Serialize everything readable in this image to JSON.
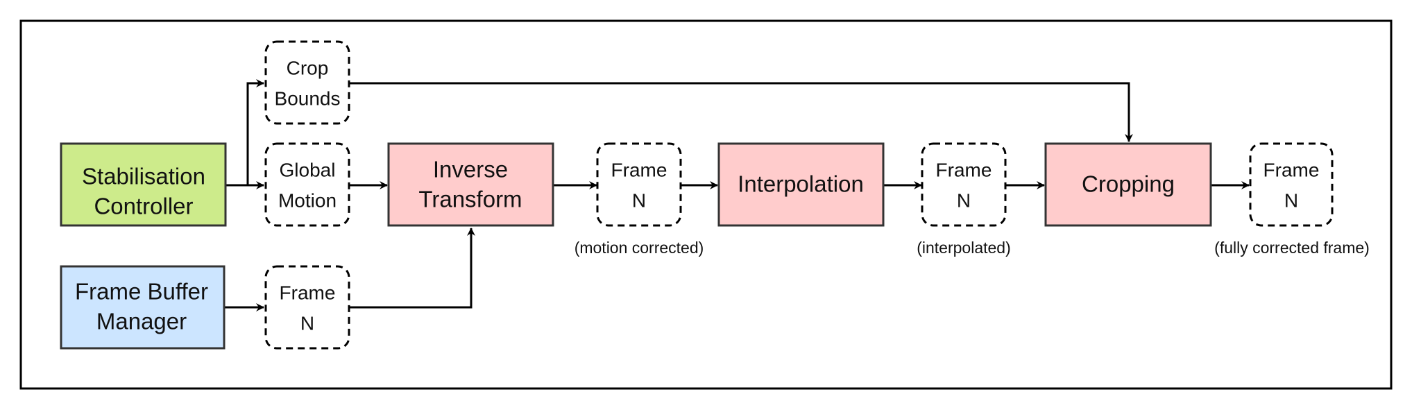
{
  "colors": {
    "controller_fill": "#cdeb8b",
    "buffer_fill": "#cce5ff",
    "process_fill": "#ffcccc",
    "stroke": "#333333",
    "arrow": "#000000",
    "dashed_node_fill": "#ffffff"
  },
  "nodes": {
    "stabilisation_controller": {
      "line1": "Stabilisation",
      "line2": "Controller"
    },
    "frame_buffer_manager": {
      "line1": "Frame Buffer",
      "line2": "Manager"
    },
    "crop_bounds": {
      "line1": "Crop",
      "line2": "Bounds"
    },
    "global_motion": {
      "line1": "Global",
      "line2": "Motion"
    },
    "frame_n_input": {
      "line1": "Frame",
      "line2": "N"
    },
    "inverse_transform": {
      "line1": "Inverse",
      "line2": "Transform"
    },
    "frame_n_motion_corrected": {
      "line1": "Frame",
      "line2": "N",
      "caption": "(motion corrected)"
    },
    "interpolation": {
      "label": "Interpolation"
    },
    "frame_n_interpolated": {
      "line1": "Frame",
      "line2": "N",
      "caption": "(interpolated)"
    },
    "cropping": {
      "label": "Cropping"
    },
    "frame_n_output": {
      "line1": "Frame",
      "line2": "N",
      "caption": "(fully corrected frame)"
    }
  }
}
